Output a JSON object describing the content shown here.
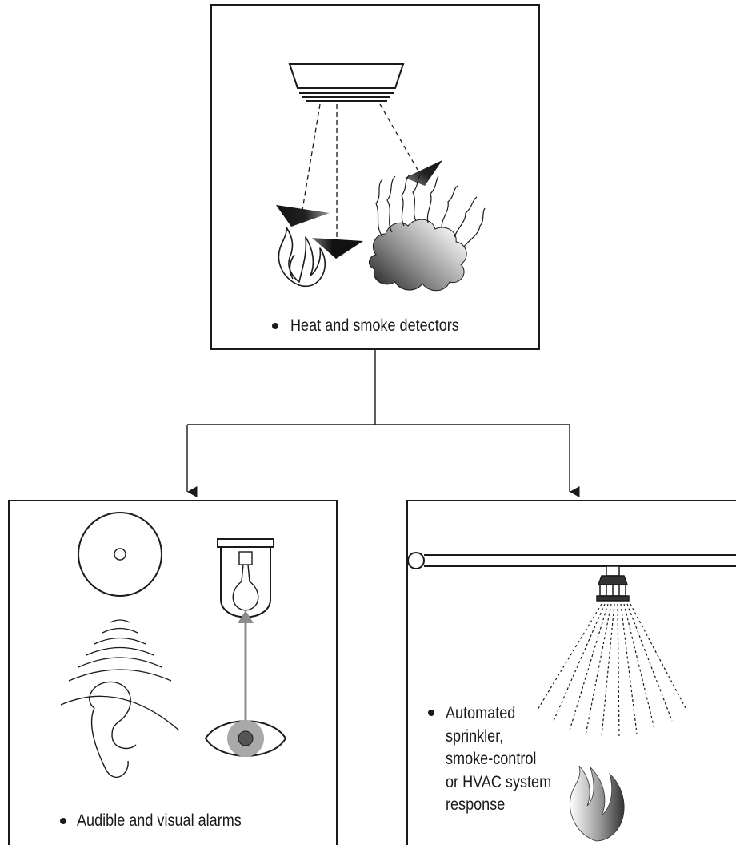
{
  "captions": {
    "detectors": "Heat and smoke detectors",
    "alarms": "Audible and visual alarms",
    "response": [
      "Automated",
      "sprinkler,",
      "smoke-control",
      "or HVAC system",
      "response"
    ]
  },
  "colors": {
    "line": "#1a1a1a",
    "smoke_dark": "#222222",
    "smoke_light": "#ffffff",
    "eye_ring": "#a9a9a9",
    "eye_pupil": "#555555",
    "sight_line": "#8c8c8c"
  },
  "icons": {
    "top": [
      "smoke-detector-icon",
      "fire-flame-icon",
      "smoke-cloud-icon"
    ],
    "left": [
      "siren-speaker-icon",
      "sound-waves-icon",
      "ear-icon",
      "strobe-lamp-icon",
      "eye-icon"
    ],
    "right": [
      "sprinkler-pipe-icon",
      "sprinkler-head-icon",
      "water-spray-icon",
      "fire-flame-icon"
    ]
  }
}
